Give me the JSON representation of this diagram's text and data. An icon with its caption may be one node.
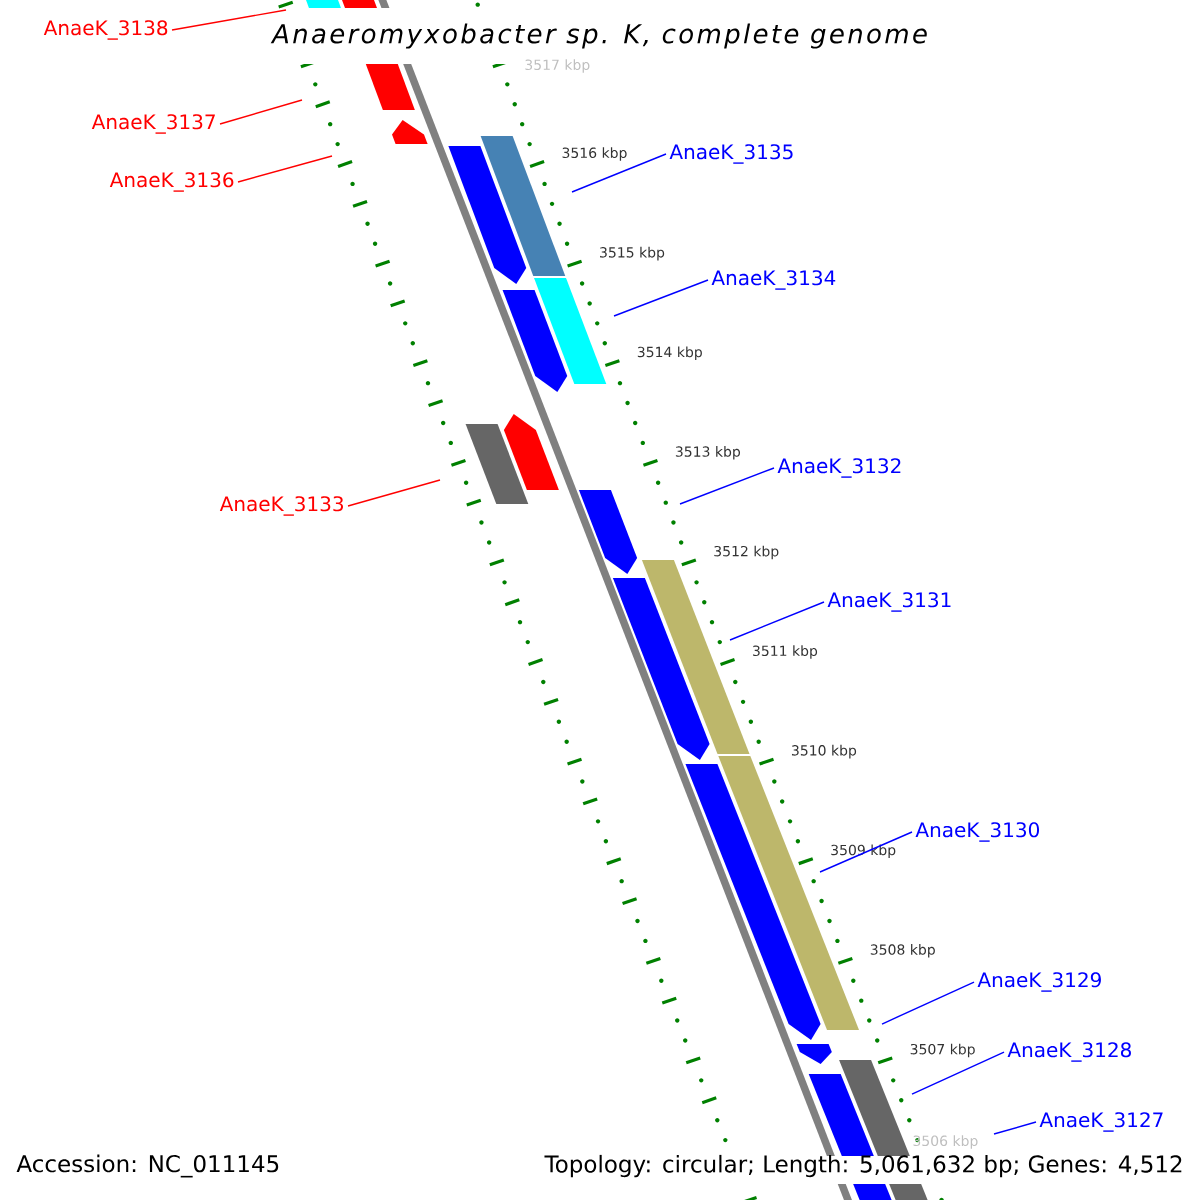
{
  "diagram": {
    "title": "Anaeromyxobacter sp. K, complete genome",
    "nodes": [
      {
        "text": [
          "AnaeK_3138"
        ]
      },
      {
        "text": [
          "AnaeK_3137"
        ]
      },
      {
        "text": [
          "AnaeK_3135"
        ]
      },
      {
        "text": [
          "AnaeK_3136"
        ]
      },
      {
        "text": [
          "AnaeK_3134"
        ]
      },
      {
        "text": [
          "AnaeK_3132"
        ]
      },
      {
        "text": [
          "AnaeK_3133"
        ]
      },
      {
        "text": [
          "AnaeK_3131"
        ]
      },
      {
        "text": [
          "AnaeK_3130"
        ]
      },
      {
        "text": [
          "AnaeK_3129"
        ]
      },
      {
        "text": [
          "AnaeK_3128"
        ]
      },
      {
        "text": [
          "AnaeK_3127"
        ]
      }
    ],
    "edges": [
      {
        "from": 0,
        "to": null,
        "arrow": "none",
        "color": "#ff0000"
      },
      {
        "from": 1,
        "to": null,
        "arrow": "none",
        "color": "#ff0000"
      },
      {
        "from": 2,
        "to": null,
        "arrow": "none"
      },
      {
        "from": 3,
        "to": null,
        "arrow": "none",
        "color": "#ff0000"
      },
      {
        "from": 4,
        "to": null,
        "arrow": "none"
      },
      {
        "from": 5,
        "to": null,
        "arrow": "none"
      },
      {
        "from": 6,
        "to": null,
        "arrow": "none",
        "color": "#ff0000"
      },
      {
        "from": 7,
        "to": null,
        "arrow": "none"
      },
      {
        "from": 8,
        "to": null,
        "arrow": "none"
      },
      {
        "from": 9,
        "to": null,
        "arrow": "none"
      },
      {
        "from": 10,
        "to": null,
        "arrow": "none"
      },
      {
        "from": 11,
        "to": null,
        "arrow": "none"
      }
    ],
    "labels": [
      "3517 kbp",
      "3516 kbp",
      "3515 kbp",
      "3514 kbp",
      "3513 kbp",
      "3512 kbp",
      "3511 kbp",
      "3510 kbp",
      "3509 kbp",
      "3508 kbp",
      "3507 kbp",
      "3506 kbp",
      "Accession: NC_011145",
      "Topology: circular; Length: 5,061,632 bp; Genes: 4,512"
    ]
  }
}
